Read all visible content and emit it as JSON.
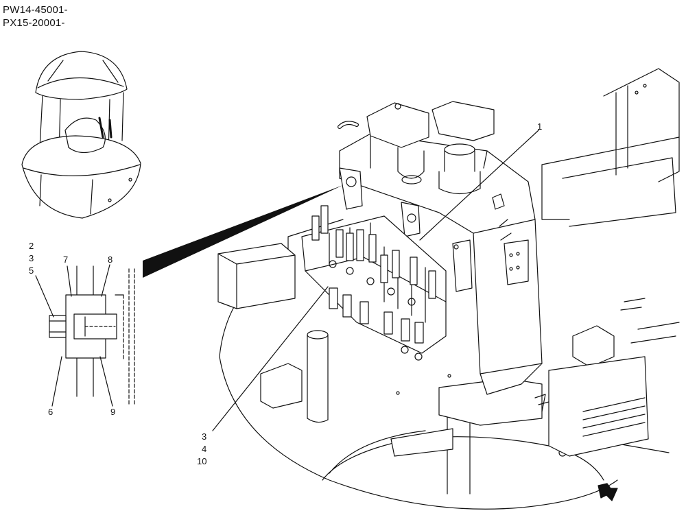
{
  "header": {
    "serial_1": "PW14-45001-",
    "serial_2": "PX15-20001-"
  },
  "callouts": {
    "c1": "1",
    "c2": "2",
    "c3_left": "3",
    "c5": "5",
    "c7": "7",
    "c8": "8",
    "c6": "6",
    "c9": "9",
    "c3_bottom": "3",
    "c4": "4",
    "c10": "10"
  },
  "colors": {
    "ink": "#111111",
    "paper": "#ffffff"
  },
  "icons": {
    "direction": "direction-arrow-icon"
  }
}
